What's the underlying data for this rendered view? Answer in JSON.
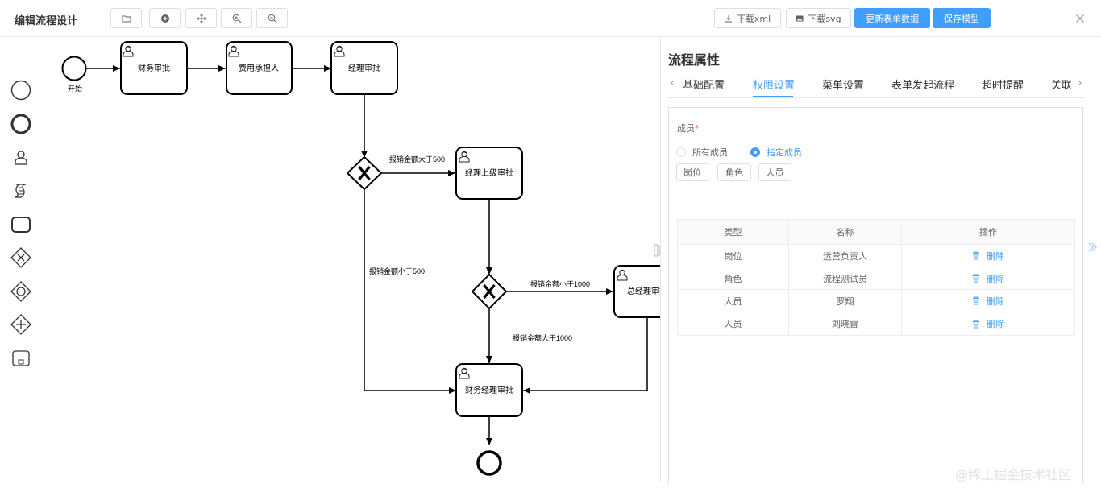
{
  "header": {
    "title": "编辑流程设计",
    "toolbar_icons": [
      "folder-open-icon",
      "plus-circle-icon",
      "move-icon",
      "zoom-in-icon",
      "zoom-out-icon"
    ],
    "download_xml": "下载xml",
    "download_svg": "下载svg",
    "update_form": "更新表单数据",
    "save_model": "保存模型"
  },
  "palette": {
    "tools": [
      "start-event-icon",
      "end-event-icon",
      "user-task-icon",
      "script-task-icon",
      "task-icon",
      "exclusive-gateway-icon",
      "inclusive-gateway-icon",
      "parallel-gateway-icon",
      "subprocess-icon"
    ]
  },
  "diagram": {
    "start_label": "开始",
    "tasks": {
      "finance_approve": "财务审批",
      "expense_bearer": "费用承担人",
      "manager_approve": "经理审批",
      "superior_manager": "经理上级审批",
      "general_manager": "总经理审批",
      "finance_manager": "财务经理审批"
    },
    "flows": {
      "amount_gt_500": "报销金额大于500",
      "amount_lt_500": "报销金额小于500",
      "amount_lt_1000": "报销金额小于1000",
      "amount_gt_1000": "报销金额大于1000"
    }
  },
  "panel": {
    "title": "流程属性",
    "tabs": [
      "基础配置",
      "权限设置",
      "菜单设置",
      "表单发起流程",
      "超时提醒",
      "关联"
    ],
    "active_tab": "权限设置",
    "members_label": "成员",
    "required_mark": "*",
    "radio_all": "所有成员",
    "radio_specified": "指定成员",
    "selected_radio": "指定成员",
    "buttons": [
      "岗位",
      "角色",
      "人员"
    ],
    "table": {
      "headers": [
        "类型",
        "名称",
        "操作"
      ],
      "delete_label": "删除",
      "rows": [
        [
          "岗位",
          "运营负责人"
        ],
        [
          "角色",
          "流程测试员"
        ],
        [
          "人员",
          "罗翔"
        ],
        [
          "人员",
          "刘晓雷"
        ]
      ]
    }
  },
  "watermark": "@稀土掘金技术社区",
  "colors": {
    "primary": "#409eff",
    "border": "#dcdfe6",
    "required": "#f56c6c"
  }
}
